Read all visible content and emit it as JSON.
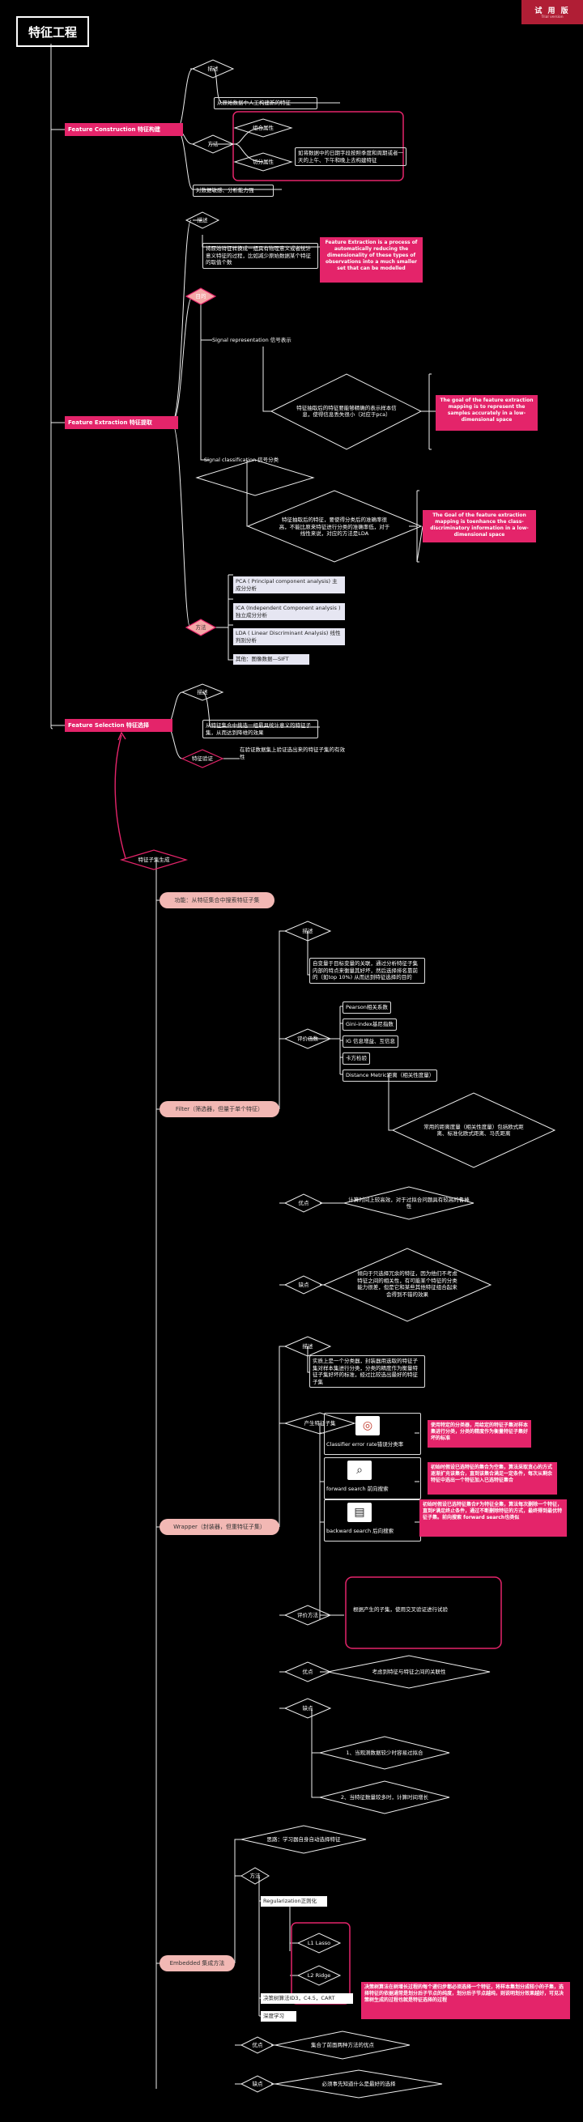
{
  "title": "特征工程",
  "banner": {
    "main": "试 用 版",
    "sub": "Trial version"
  },
  "construction": {
    "header": "Feature Construction 特征构建",
    "desc_label": "描述",
    "desc_text": "从原始数据中人工构建新的特征",
    "method_label": "方法",
    "combine_label": "组合属性",
    "split_label": "切分属性",
    "split_text": "如将数据中的日期字段按照季度和周期或者一天的上午、下午和晚上去构建特征",
    "footer": "对数据敏感、分析能力强"
  },
  "extraction": {
    "header": "Feature Extraction 特征提取",
    "desc_label": "描述",
    "desc_text": "将原始特征转换成一组具有物理意义或者统计意义特征的过程，比如减少原始数据某个特征的取值个数",
    "desc_note": "Feature Extraction is a process of automatically reducing the dimensionality of these types of observations into a much smaller set that can be modelled",
    "goal_label": "目的",
    "signal_rep": "Signal representation 信号表示",
    "signal_rep_text": "特征抽取后的特征要能够精确的表示样本信息，使得信息丢失很小（对应于pca）",
    "signal_rep_note": "The goal of the feature extraction mapping is to represent the samples accurately in a low-dimensional space",
    "signal_cls": "Signal classification 信号分类",
    "signal_cls_text": "特征抽取后的特征，要使得分类后的准确率很高，不能比原来特征进行分类的准确率低，对于线性来说，对应的方法是LDA",
    "signal_cls_note": "The Goal of the feature extraction mapping is toenhance the class-discriminatory information in a low-dimensional space",
    "method_label": "方法",
    "methods": [
      "PCA ( Principal component analysis) 主成分分析",
      "ICA (Independent Component analysis )独立成分分析",
      "LDA ( Linear Discriminant Analysis) 线性判别分析",
      "其他：图像数据—SIFT"
    ]
  },
  "selection": {
    "header": "Feature Selection 特征选择",
    "desc_label": "描述",
    "desc_text": "从特征集合中挑选一组最具统计意义的特征子集，从而达到降维的效果",
    "verify_label": "特征验证",
    "verify_text": "在验证数据集上验证选出来的特征子集的有效性"
  },
  "subset": {
    "label": "特征子集生成",
    "func": "功能：从特征集合中搜索特征子集"
  },
  "filter": {
    "label": "Filter（筛选器，但量于单个特征）",
    "desc_label": "描述",
    "desc_text": "自变量于目标变量的关联，通过分析特征子集内部的特点来衡量其好坏，然后选择排名靠前的（如top 10%) 从而达到特征选择的目的",
    "eval_label": "评价函数",
    "eval_items": [
      "Pearson相关系数",
      "Gini-index基尼指数",
      "IG 信息增益、互信息",
      "卡方检验",
      "Distance Metric距离（相关性度量）"
    ],
    "distance_text": "常用的距离度量（相关性度量）包括欧式距离、标准化欧式距离、马氏距离",
    "pro_label": "优点",
    "pro_text": "计算时间上较高效，对于过拟合问题具有较高的鲁棒性",
    "con_label": "缺点",
    "con_text": "倾向于只选择冗余的特征，因为他们不考虑特征之间的相关性，有可能某个特征的分类能力很差，但是它和某些其他特征组合起来会得到不错的效果"
  },
  "wrapper": {
    "label": "Wrapper（封装器，但重特征子集）",
    "desc_label": "描述",
    "desc_text": "实质上是一个分类器，封装器用选取的特征子集对样本集进行分类，分类的精度作为衡量特征子集好坏的标准，经过比较选出最好的特征子集",
    "gen_label": "产生特征子集",
    "gen_items": [
      "Classifier error rate错误分类率",
      "forward search 前向搜索",
      "backward search 后向搜索"
    ],
    "gen_notes": [
      "使用特定的分类器，用给定的特征子集对样本集进行分类，分类的精度作为衡量特征子集好坏的标准",
      "初始时假设已选特征的集合为空集，算法采取贪心的方式逐渐扩充该集合，直到该集合满足一定条件，每次从剩余特征中选出一个特征加入已选特征集合",
      "初始时假设已选特征集合F为特征全集，算法每次删除一个特征，直到F满足终止条件，通过不断删除特征的方式，最终得到最优特征子集。前向搜索 forward search也类似"
    ],
    "eval_label": "评价方法",
    "eval_text": "根据产生的子集，使用交叉验证进行试验",
    "pro_label": "优点",
    "pro_text": "考虑到特征与特征之间的关联性",
    "con_label": "缺点",
    "cons": [
      "1、当观测数据较少时容易过拟合",
      "2、当特征数量较多时，计算时间增长"
    ]
  },
  "embedded": {
    "label": "Embedded 集成方法",
    "idea": "思路：学习器自身自动选择特征",
    "method_label": "方法",
    "reg": "Regularization正则化",
    "l1": "L1 Lasso",
    "l2": "L2 Ridge",
    "tree": "决策树算法ID3，C4.5，CART",
    "deep": "深度学习",
    "tree_note": "决策树算法在树增长过程的每个递归步都必须选择一个特征，将样本集划分成较小的子集，选择特征的依据通常是划分后子节点的纯度，划分后子节点越纯，则说明划分效果越好，可见决策树生成的过程也就是特征选择的过程",
    "pro_label": "优点",
    "pro_text": "集合了前面两种方法的优点",
    "con_label": "缺点",
    "con_text": "必须事先知道什么是最好的选择"
  }
}
